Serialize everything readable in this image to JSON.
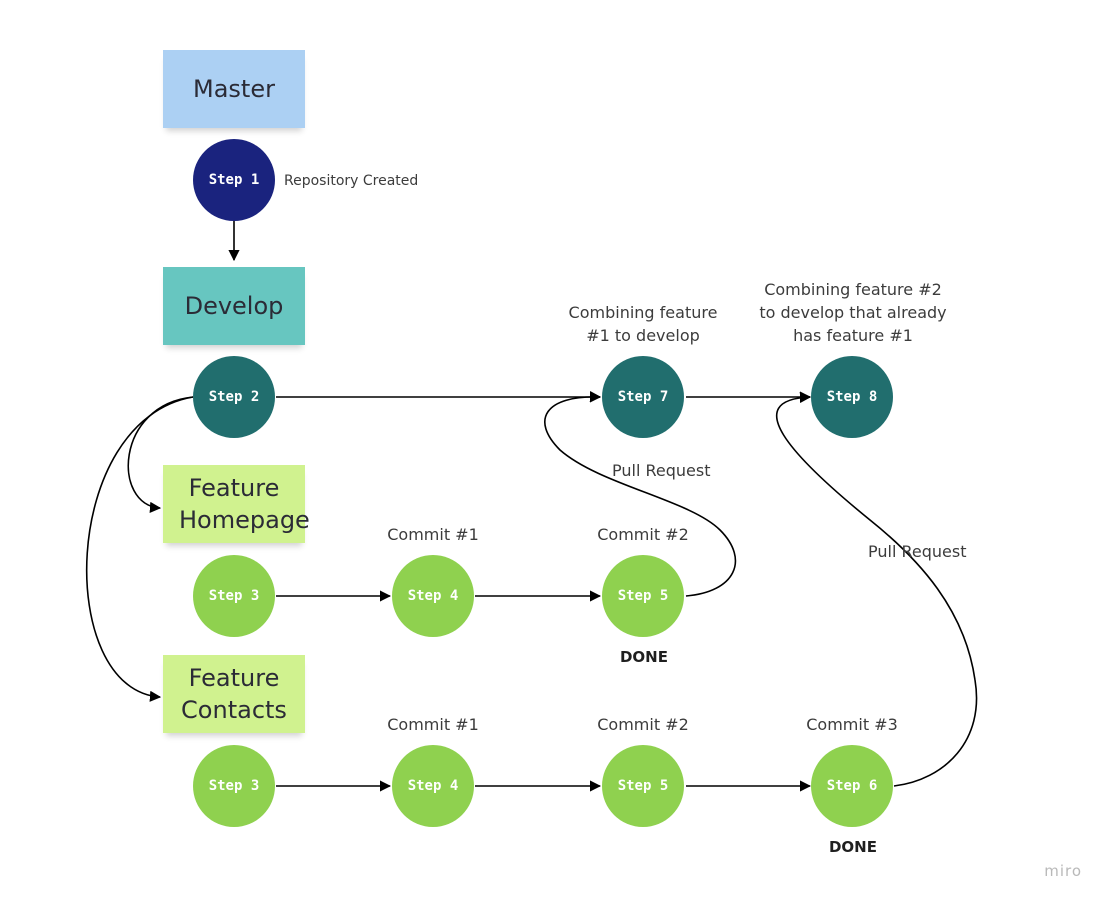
{
  "colors": {
    "master": "#acd0f3",
    "develop": "#67c6c0",
    "feature": "#d0f28f",
    "step_master": "#1a237e",
    "step_develop": "#216e6e",
    "step_feature": "#8fd14f",
    "connector": "#000000"
  },
  "lanes": {
    "master": "Master",
    "develop": "Develop",
    "feature_homepage": "Feature Homepage",
    "feature_contacts": "Feature Contacts"
  },
  "steps": {
    "step1": "Step 1",
    "step2": "Step 2",
    "step7": "Step 7",
    "step8": "Step 8",
    "home3": "Step 3",
    "home4": "Step 4",
    "home5": "Step 5",
    "contact3": "Step 3",
    "contact4": "Step 4",
    "contact5": "Step 5",
    "contact6": "Step 6"
  },
  "labels": {
    "repo_created": "Repository Created",
    "combine1": "Combining feature\n#1 to develop",
    "combine2": "Combining feature #2\nto develop that already\nhas feature #1",
    "pull_request_1": "Pull Request",
    "pull_request_2": "Pull Request",
    "home_commit1": "Commit #1",
    "home_commit2": "Commit #2",
    "home_done": "DONE",
    "contact_commit1": "Commit #1",
    "contact_commit2": "Commit #2",
    "contact_commit3": "Commit #3",
    "contact_done": "DONE"
  },
  "brand": "miro"
}
